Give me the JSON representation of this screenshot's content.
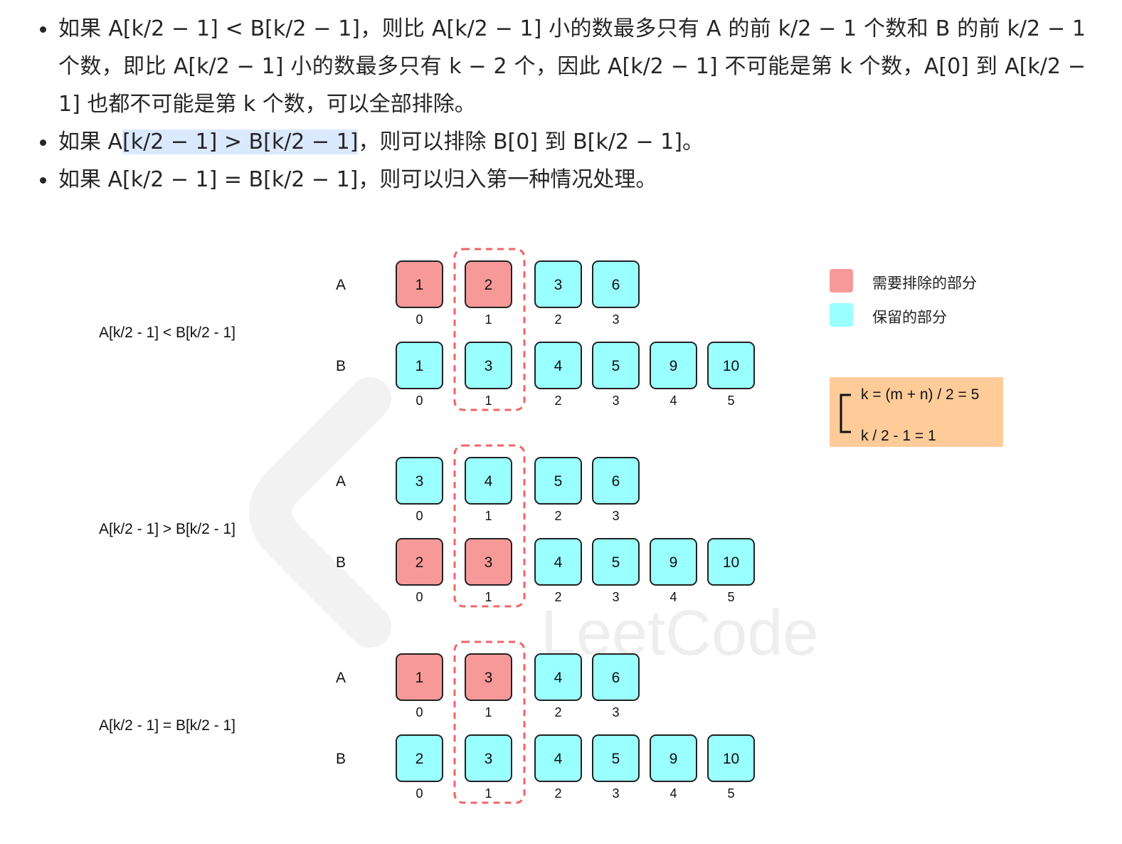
{
  "bullets": [
    {
      "parts": [
        {
          "t": "如果 A[k/2 − 1] < B[k/2 − 1]，则比 A[k/2 − 1] 小的数最多只有 A 的前 k/2 − 1 个数和 B 的前 k/2 − 1 个数，即比 A[k/2 − 1] 小的数最多只有 k − 2 个，因此 A[k/2 − 1] 不可能是第 k 个数，A[0] 到 A[k/2 − 1] 也都不可能是第 k 个数，可以全部排除。",
          "hl": false
        }
      ]
    },
    {
      "parts": [
        {
          "t": "如果 A",
          "hl": false
        },
        {
          "t": "[k/2 − 1] > B[k/2 − 1]",
          "hl": true
        },
        {
          "t": "，则可以排除 B[0] 到 B[k/2 − 1]。",
          "hl": false
        }
      ]
    },
    {
      "parts": [
        {
          "t": "如果 A[k/2 − 1] = B[k/2 − 1]，则可以归入第一种情况处理。",
          "hl": false
        }
      ]
    }
  ],
  "colors": {
    "exclude": "#f89999",
    "keep": "#99ffff",
    "box_fill": "#ffcc99",
    "dash": "#f26464"
  },
  "legend": [
    {
      "label": "需要排除的部分",
      "color_key": "exclude"
    },
    {
      "label": "保留的部分",
      "color_key": "keep"
    }
  ],
  "info_box": {
    "line1": "k = (m + n) / 2 = 5",
    "line2": "k / 2 - 1 = 1"
  },
  "watermark": "LeetCode",
  "groups": [
    {
      "condition": "A[k/2 - 1] < B[k/2 - 1]",
      "rows": [
        {
          "label": "A",
          "values": [
            "1",
            "2",
            "3",
            "6"
          ],
          "excluded": [
            true,
            true,
            false,
            false
          ]
        },
        {
          "label": "B",
          "values": [
            "1",
            "3",
            "4",
            "5",
            "9",
            "10"
          ],
          "excluded": [
            false,
            false,
            false,
            false,
            false,
            false
          ]
        }
      ]
    },
    {
      "condition": "A[k/2 - 1] > B[k/2 - 1]",
      "rows": [
        {
          "label": "A",
          "values": [
            "3",
            "4",
            "5",
            "6"
          ],
          "excluded": [
            false,
            false,
            false,
            false
          ]
        },
        {
          "label": "B",
          "values": [
            "2",
            "3",
            "4",
            "5",
            "9",
            "10"
          ],
          "excluded": [
            true,
            true,
            false,
            false,
            false,
            false
          ]
        }
      ]
    },
    {
      "condition": "A[k/2 - 1] = B[k/2 - 1]",
      "rows": [
        {
          "label": "A",
          "values": [
            "1",
            "3",
            "4",
            "6"
          ],
          "excluded": [
            true,
            true,
            false,
            false
          ]
        },
        {
          "label": "B",
          "values": [
            "2",
            "3",
            "4",
            "5",
            "9",
            "10"
          ],
          "excluded": [
            false,
            false,
            false,
            false,
            false,
            false
          ]
        }
      ]
    }
  ]
}
